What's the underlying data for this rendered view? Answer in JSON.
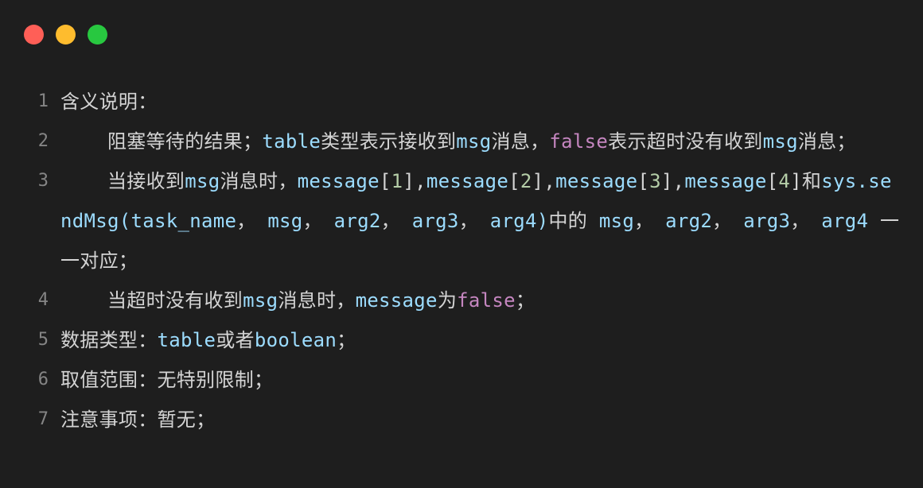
{
  "window": {
    "controls": [
      {
        "name": "close",
        "color": "#ff5f57"
      },
      {
        "name": "minimize",
        "color": "#febc2e"
      },
      {
        "name": "maximize",
        "color": "#28c840"
      }
    ]
  },
  "theme": {
    "background": "#1e1e1e",
    "text": "#d4d4d4",
    "identifier": "#9cdcfe",
    "number": "#b5cea8",
    "keyword": "#c586c0",
    "line_number": "#858585"
  },
  "lines": [
    {
      "number": "1",
      "tokens": [
        {
          "type": "text",
          "value": "含义说明："
        }
      ]
    },
    {
      "number": "2",
      "tokens": [
        {
          "type": "text",
          "value": "    阻塞等待的结果；"
        },
        {
          "type": "var",
          "value": "table"
        },
        {
          "type": "text",
          "value": "类型表示接收到"
        },
        {
          "type": "var",
          "value": "msg"
        },
        {
          "type": "text",
          "value": "消息，"
        },
        {
          "type": "kw",
          "value": "false"
        },
        {
          "type": "text",
          "value": "表示超时没有收到"
        },
        {
          "type": "var",
          "value": "msg"
        },
        {
          "type": "text",
          "value": "消息；"
        }
      ]
    },
    {
      "number": "3",
      "tokens": [
        {
          "type": "text",
          "value": "    当接收到"
        },
        {
          "type": "var",
          "value": "msg"
        },
        {
          "type": "text",
          "value": "消息时，"
        },
        {
          "type": "var",
          "value": "message"
        },
        {
          "type": "text",
          "value": "["
        },
        {
          "type": "num",
          "value": "1"
        },
        {
          "type": "text",
          "value": "],"
        },
        {
          "type": "var",
          "value": "message"
        },
        {
          "type": "text",
          "value": "["
        },
        {
          "type": "num",
          "value": "2"
        },
        {
          "type": "text",
          "value": "],"
        },
        {
          "type": "var",
          "value": "message"
        },
        {
          "type": "text",
          "value": "["
        },
        {
          "type": "num",
          "value": "3"
        },
        {
          "type": "text",
          "value": "],"
        },
        {
          "type": "var",
          "value": "message"
        },
        {
          "type": "text",
          "value": "["
        },
        {
          "type": "num",
          "value": "4"
        },
        {
          "type": "text",
          "value": "]和"
        },
        {
          "type": "var",
          "value": "sys.sendMsg(task_name"
        },
        {
          "type": "text",
          "value": "， "
        },
        {
          "type": "var",
          "value": "msg"
        },
        {
          "type": "text",
          "value": "， "
        },
        {
          "type": "var",
          "value": "arg2"
        },
        {
          "type": "text",
          "value": "， "
        },
        {
          "type": "var",
          "value": "arg3"
        },
        {
          "type": "text",
          "value": "， "
        },
        {
          "type": "var",
          "value": "arg4)"
        },
        {
          "type": "text",
          "value": "中的 "
        },
        {
          "type": "var",
          "value": "msg"
        },
        {
          "type": "text",
          "value": "， "
        },
        {
          "type": "var",
          "value": "arg2"
        },
        {
          "type": "text",
          "value": "， "
        },
        {
          "type": "var",
          "value": "arg3"
        },
        {
          "type": "text",
          "value": "， "
        },
        {
          "type": "var",
          "value": "arg4"
        },
        {
          "type": "text",
          "value": " 一一对应；"
        }
      ]
    },
    {
      "number": "4",
      "tokens": [
        {
          "type": "text",
          "value": "    当超时没有收到"
        },
        {
          "type": "var",
          "value": "msg"
        },
        {
          "type": "text",
          "value": "消息时，"
        },
        {
          "type": "var",
          "value": "message"
        },
        {
          "type": "text",
          "value": "为"
        },
        {
          "type": "kw",
          "value": "false"
        },
        {
          "type": "text",
          "value": "；"
        }
      ]
    },
    {
      "number": "5",
      "tokens": [
        {
          "type": "text",
          "value": "数据类型："
        },
        {
          "type": "var",
          "value": "table"
        },
        {
          "type": "text",
          "value": "或者"
        },
        {
          "type": "var",
          "value": "boolean"
        },
        {
          "type": "text",
          "value": "；"
        }
      ]
    },
    {
      "number": "6",
      "tokens": [
        {
          "type": "text",
          "value": "取值范围：无特别限制；"
        }
      ]
    },
    {
      "number": "7",
      "tokens": [
        {
          "type": "text",
          "value": "注意事项：暂无；"
        }
      ]
    }
  ]
}
